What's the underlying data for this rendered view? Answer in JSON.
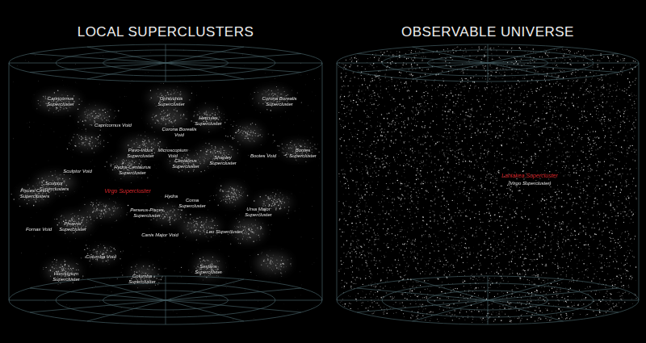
{
  "diagram": {
    "nodes": [
      {
        "text": [
          "LOCAL SUPERCLUSTERS"
        ]
      },
      {
        "text": [
          "OBSERVABLE UNIVERSE"
        ]
      }
    ],
    "labels": [
      "Capricornus Supercluster",
      "Ophiuchus Supercluster",
      "Corona Borealis Supercluster",
      "Capricornus Void",
      "Hercules Supercluster",
      "Corona Borealis Void",
      "Pavo-Indus Supercluster",
      "Microscopium Void",
      "Bootes Supercluster",
      "Bootes Void",
      "Shapley Supercluster",
      "Centaurus Supercluster",
      "Hydra-Centaurus Supercluster",
      "Sculptor Void",
      "Sculptor Superclusters",
      "Pisces-Cetus Superclusters",
      "Virgo Supercluster",
      "Hydra",
      "Coma Supercluster",
      "Perseus-Pisces Supercluster",
      "Ursa Major Supercluster",
      "Fornax Void",
      "Phoenix Supercluster",
      "Canis Major Void",
      "Leo Supercluster",
      "Columba Void",
      "Horologium Supercluster",
      "Columba Supercluster",
      "Sextans Supercluster",
      "Laniakea Supercluster",
      "(Virgo Supercluster)"
    ]
  }
}
